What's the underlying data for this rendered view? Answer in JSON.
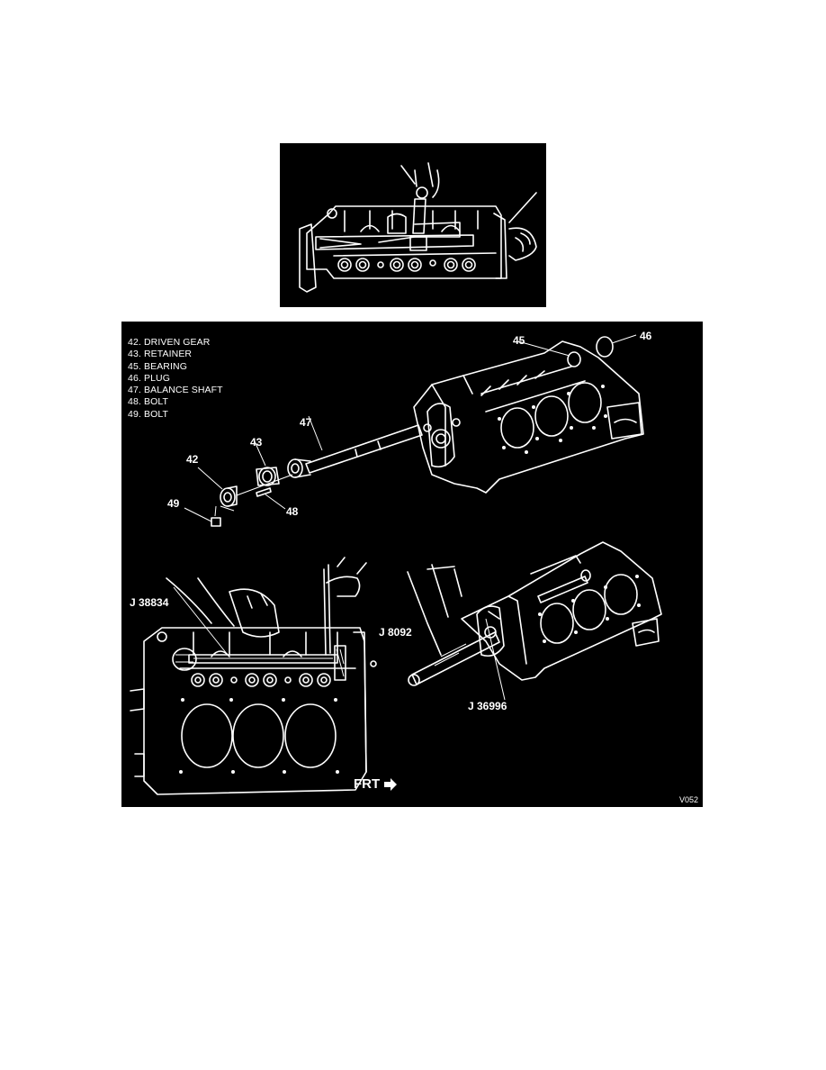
{
  "top_figure": {
    "description": "Balance shaft removal/installation line drawing (hand with tool inside engine block)"
  },
  "main_figure": {
    "legend": [
      {
        "number": "42.",
        "label": "DRIVEN GEAR"
      },
      {
        "number": "43.",
        "label": "RETAINER"
      },
      {
        "number": "45.",
        "label": "BEARING"
      },
      {
        "number": "46.",
        "label": "PLUG"
      },
      {
        "number": "47.",
        "label": "BALANCE SHAFT"
      },
      {
        "number": "48.",
        "label": "BOLT"
      },
      {
        "number": "49.",
        "label": "BOLT"
      }
    ],
    "callouts": {
      "c42": "42",
      "c43": "43",
      "c45": "45",
      "c46": "46",
      "c47": "47",
      "c48": "48",
      "c49": "49"
    },
    "tools": {
      "j38834": "J 38834",
      "j8092": "J 8092",
      "j36996": "J 36996"
    },
    "direction_label": "FRT",
    "figure_code": "V052"
  },
  "colors": {
    "page_background": "#ffffff",
    "figure_background": "#000000",
    "line_art": "#ffffff"
  }
}
